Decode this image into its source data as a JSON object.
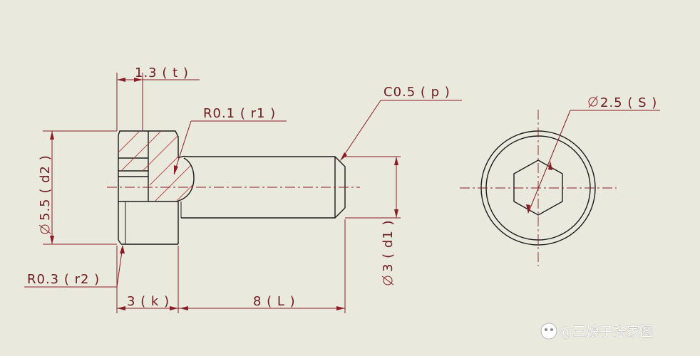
{
  "labels": {
    "t": "1.3 ( t )",
    "r1": "R0.1 ( r1 )",
    "p": "C0.5 ( p )",
    "s": "2.5 ( S )",
    "d2": "5.5 ( d2 )",
    "r2": "R0.3 ( r2 )",
    "k": "3 ( k )",
    "L": "8 ( L )",
    "d1": "3 ( d1 )"
  },
  "watermark": {
    "text": "@三娘子张家图"
  },
  "colors": {
    "background": "#e9e9dd",
    "part": "#1b1b1b",
    "dimension": "#8a1c24"
  }
}
